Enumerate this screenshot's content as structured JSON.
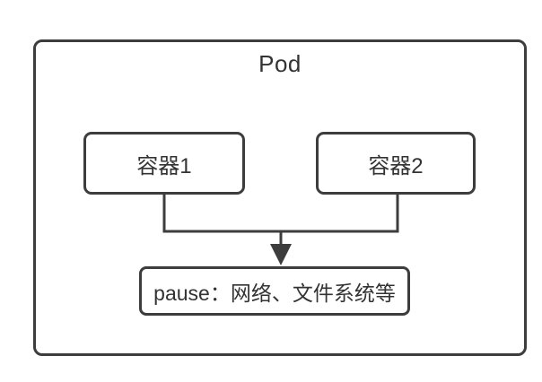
{
  "diagram": {
    "pod_label": "Pod",
    "nodes": [
      {
        "id": "container-1",
        "label": "容器1"
      },
      {
        "id": "container-2",
        "label": "容器2"
      },
      {
        "id": "pause",
        "label": "pause：网络、文件系统等"
      }
    ],
    "edges": [
      {
        "from": "container-1",
        "to": "pause",
        "style": "elbow"
      },
      {
        "from": "container-2",
        "to": "pause",
        "style": "elbow-arrow"
      }
    ],
    "colors": {
      "stroke": "#3d3d3d",
      "text": "#333333",
      "background": "#ffffff"
    }
  }
}
